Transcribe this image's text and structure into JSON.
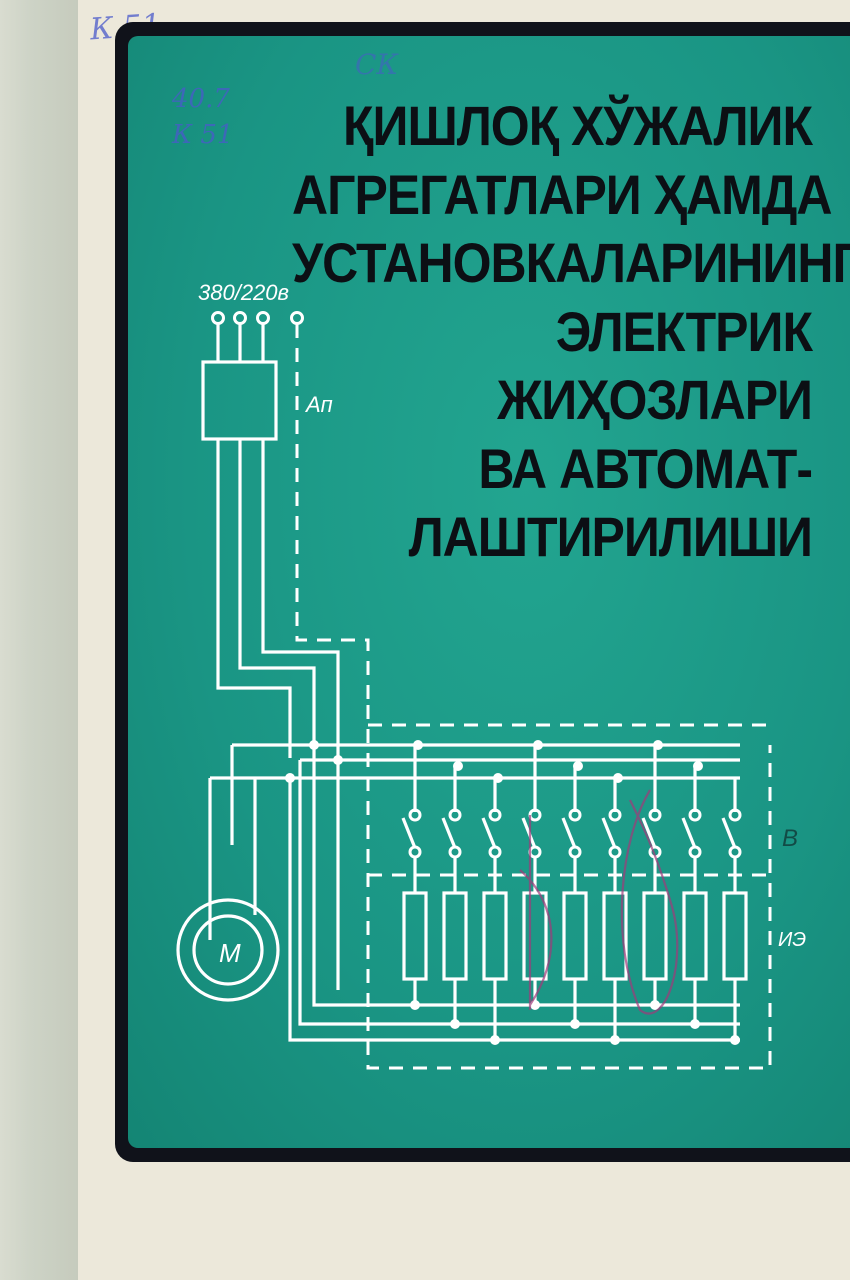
{
  "book": {
    "title_lines": [
      "ҚИШЛОҚ ХЎЖАЛИК",
      "АГРЕГАТЛАРИ ҲАМДА",
      "УСТАНОВКАЛАРИНИНГ",
      "ЭЛЕКТРИК",
      "ЖИҲОЗЛАРИ",
      "ВА АВТОМАТ-",
      "ЛАШТИРИЛИШИ"
    ]
  },
  "diagram": {
    "supply_label": "380/220в",
    "switch_block_label": "Ап",
    "motor_label": "М",
    "switches_label": "В",
    "heaters_label": "ИЭ",
    "switch_count": 9,
    "heater_count": 9
  },
  "library_marks": {
    "top": "К 51",
    "line1": "40.7",
    "line2": "К 51",
    "mark": "СК"
  },
  "colors": {
    "cover_green": "#1c9a88",
    "frame": "#10121a",
    "title_ink": "#0c0f14",
    "diagram_lines": "#ffffff",
    "pen_marks": "#4a5acb"
  }
}
